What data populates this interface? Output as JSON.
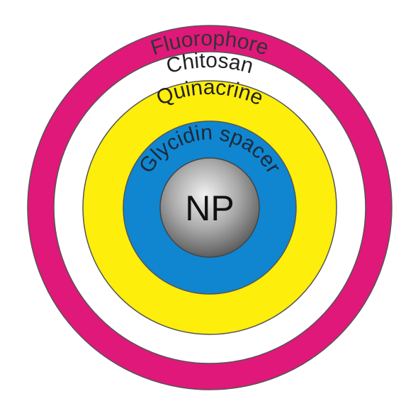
{
  "diagram": {
    "layers": [
      {
        "key": "fluorophore",
        "label": "Fluorophore",
        "fill": "#e0187a",
        "text_color": "#333333"
      },
      {
        "key": "chitosan",
        "label": "Chitosan",
        "fill": "#ffffff",
        "text_color": "#222222"
      },
      {
        "key": "quinacrine",
        "label": "Quinacrine",
        "fill": "#fdee0b",
        "text_color": "#222222"
      },
      {
        "key": "glycidin",
        "label": "Glycidin spacer",
        "fill": "#0f86cf",
        "text_color": "#1d2a3a"
      },
      {
        "key": "core",
        "label": "NP",
        "fill": "#a8a8a8",
        "text_color": "#111111"
      }
    ]
  }
}
